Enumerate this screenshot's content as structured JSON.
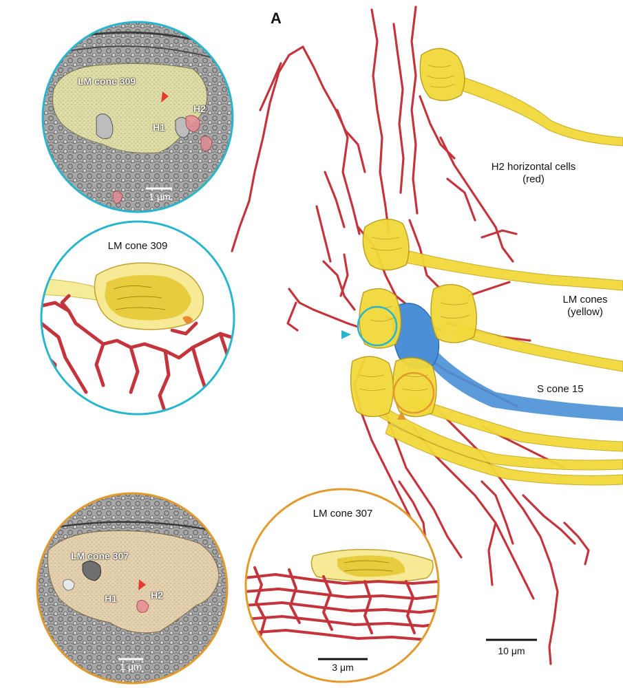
{
  "panel_letter": "A",
  "labels": {
    "h2_title": "H2 horizontal cells",
    "h2_sub": "(red)",
    "lm_title": "LM cones",
    "lm_sub": "(yellow)",
    "s_cone": "S cone 15",
    "main_scale": "10 μm"
  },
  "inset_em_top": {
    "cone_label": "LM cone 309",
    "h1": "H1",
    "h2": "H2",
    "scale": "1 μm",
    "ring_color": "#29b6cc"
  },
  "inset_3d_top": {
    "title": "LM cone 309",
    "scale": "3 μm",
    "ring_color": "#29b6cc"
  },
  "inset_em_bottom": {
    "cone_label": "LM cone 307",
    "h1": "H1",
    "h2": "H2",
    "scale": "1 μm",
    "ring_color": "#e39a2d"
  },
  "inset_3d_bottom": {
    "title": "LM cone 307",
    "scale": "3 μm",
    "ring_color": "#e39a2d"
  },
  "colors": {
    "horizontal_red": "#c4343c",
    "cone_yellow": "#f2d93a",
    "s_cone_blue": "#4a90d6",
    "em_gray": "#9c9c9c",
    "em_tint_top": "#e8e6a8",
    "em_tint_bottom": "#efd8b0"
  }
}
